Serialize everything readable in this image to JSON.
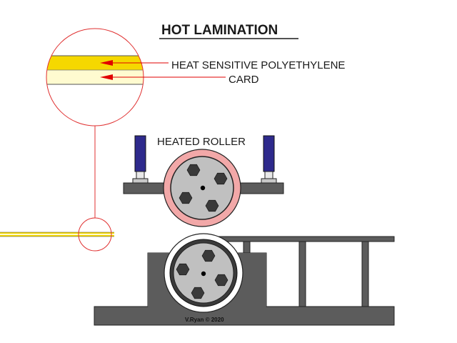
{
  "title": "HOT LAMINATION",
  "labels": {
    "polyethylene": "HEAT SENSITIVE POLYETHYLENE",
    "card": "CARD",
    "heated_roller": "HEATED ROLLER"
  },
  "credit": "V.Ryan © 2020",
  "colors": {
    "polyethylene": "#f5d800",
    "card": "#fffbd0",
    "arrow": "#e10000",
    "magnifier": "#e03030",
    "heated_rim": "#f2a8a8",
    "roller_face": "#c0c0c0",
    "frame": "#5c5c5c",
    "piston": "#2e2a8c",
    "hex_nut": "#3a3a3a"
  }
}
